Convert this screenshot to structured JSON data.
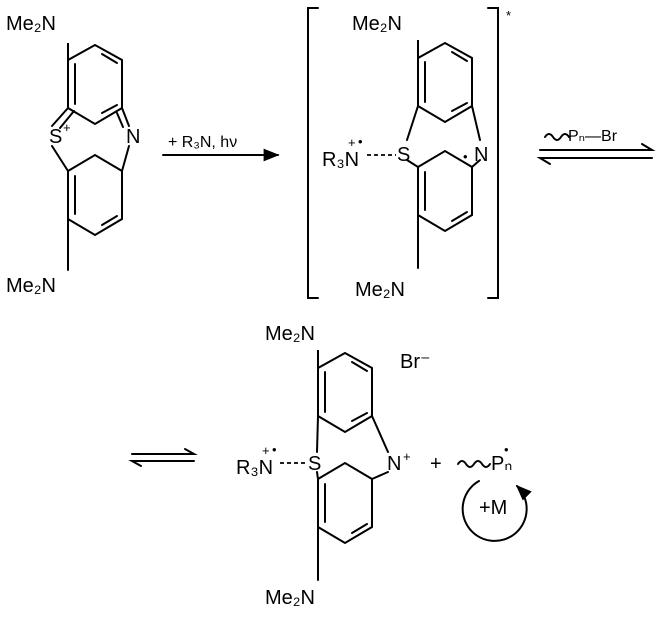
{
  "reactant": {
    "top_substituent": "Me₂N",
    "bottom_substituent": "Me₂N",
    "ring_sulfur": "S",
    "sulfur_charge": "+",
    "ring_nitrogen": "N"
  },
  "step1": {
    "conditions": "+ R₃N, hν"
  },
  "excited_complex": {
    "top_substituent": "Me₂N",
    "bottom_substituent": "Me₂N",
    "amine": "R₃N",
    "amine_charge": "+",
    "radical_dot": "•",
    "ring_sulfur": "S",
    "ring_nitrogen": "N",
    "excited_mark": "*"
  },
  "step2": {
    "reagent": "Pₙ—Br"
  },
  "product": {
    "top_substituent": "Me₂N",
    "bottom_substituent": "Me₂N",
    "counterion": "Br⁻",
    "amine": "R₃N",
    "amine_charge": "+",
    "radical_dot": "•",
    "ring_sulfur": "S",
    "ring_nitrogen": "N",
    "nitrogen_charge": "+",
    "plus_sign": "+",
    "radical": "Pₙ",
    "propagation": "+M"
  }
}
